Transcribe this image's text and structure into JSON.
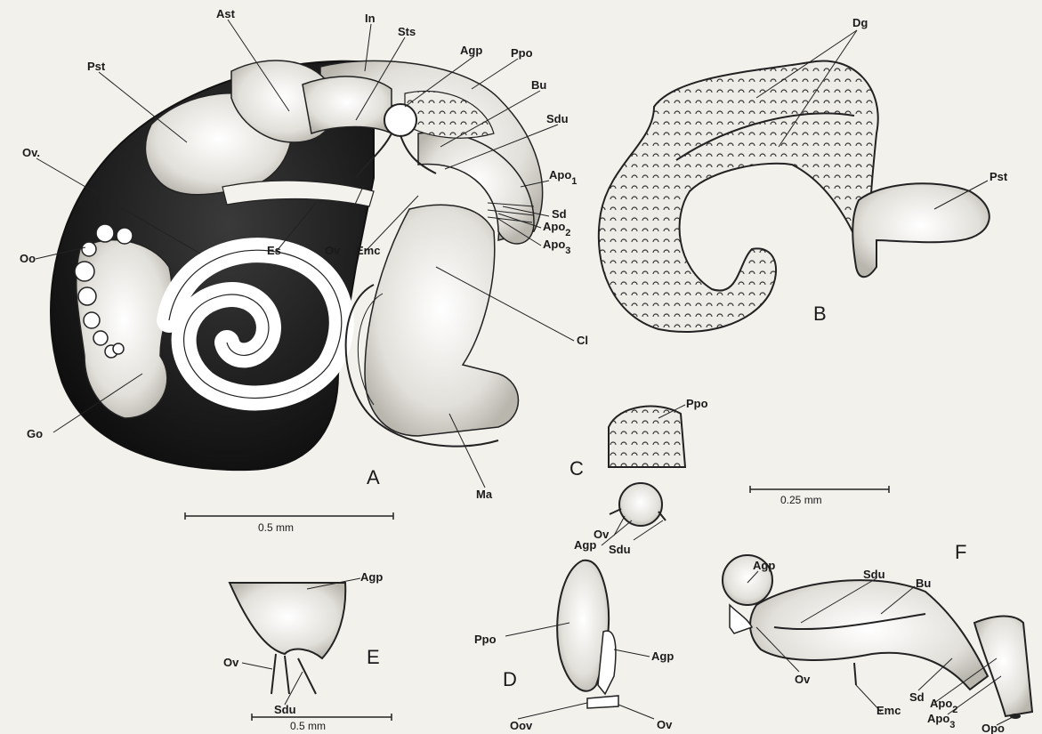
{
  "figure": {
    "panels": {
      "A": "A",
      "B": "B",
      "C": "C",
      "D": "D",
      "E": "E",
      "F": "F"
    },
    "scale_bars": {
      "A": "0.5 mm",
      "E": "0.5 mm",
      "CF": "0.25 mm"
    },
    "labels_A": {
      "ast": "Ast",
      "in": "In",
      "sts": "Sts",
      "agp": "Agp",
      "ppo": "Ppo",
      "bu": "Bu",
      "sdu": "Sdu",
      "pst": "Pst",
      "ov_top": "Ov.",
      "apo1": "Apo",
      "apo1_sub": "1",
      "sd": "Sd",
      "apo2": "Apo",
      "apo2_sub": "2",
      "apo3": "Apo",
      "apo3_sub": "3",
      "oo": "Oo",
      "es": "Es",
      "ov": "Ov",
      "emc": "Emc",
      "cl": "Cl",
      "go": "Go",
      "ma": "Ma"
    },
    "labels_B": {
      "dg": "Dg",
      "pst": "Pst"
    },
    "labels_C": {
      "ppo": "Ppo",
      "ov": "Ov",
      "agp": "Agp",
      "sdu": "Sdu"
    },
    "labels_D": {
      "ppo": "Ppo",
      "agp": "Agp",
      "oov": "Oov",
      "ov": "Ov"
    },
    "labels_E": {
      "agp": "Agp",
      "ov": "Ov",
      "sdu": "Sdu"
    },
    "labels_F": {
      "agp": "Agp",
      "sdu": "Sdu",
      "bu": "Bu",
      "ov": "Ov",
      "sd": "Sd",
      "apo2": "Apo",
      "apo2_sub": "2",
      "apo3": "Apo",
      "apo3_sub": "3",
      "opo": "Opo",
      "emc": "Emc"
    }
  }
}
